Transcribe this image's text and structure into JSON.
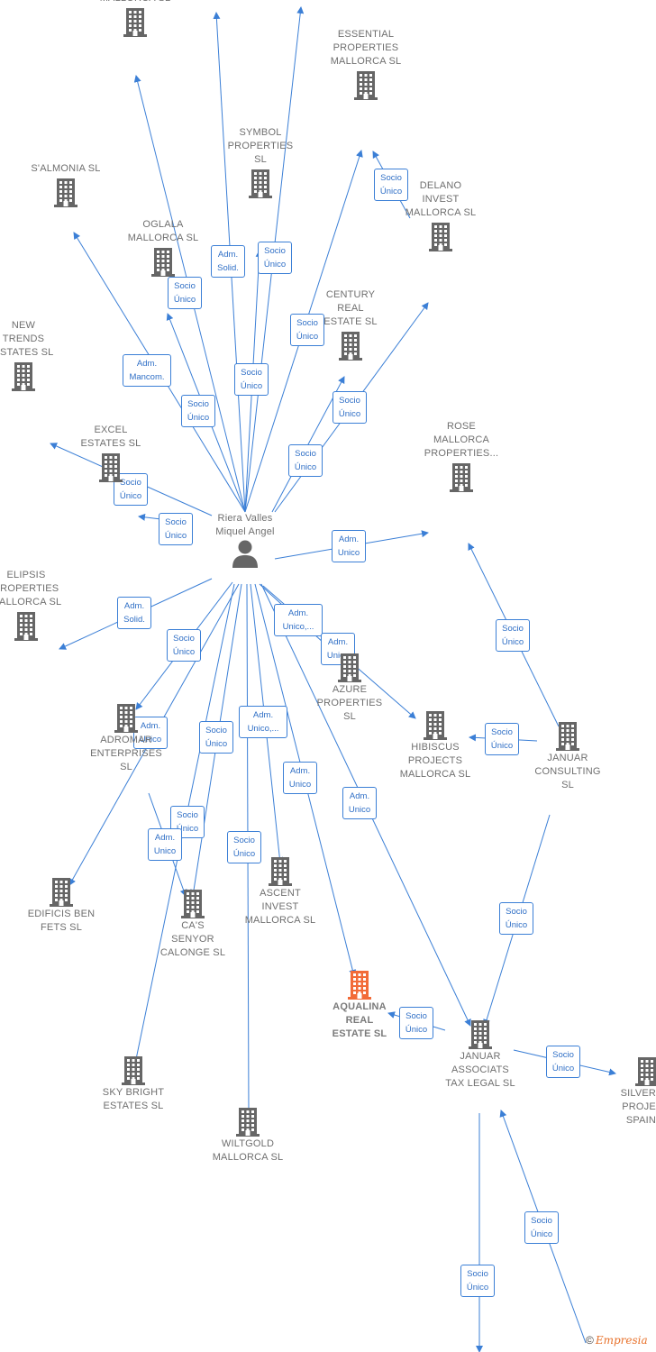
{
  "colors": {
    "edge": "#3b7fd6",
    "icon": "#666666",
    "focus": "#f26b38",
    "label": "#6f6f6f",
    "tag_text": "#2f6fc6"
  },
  "icons": {
    "company": "building-icon",
    "person": "person-icon"
  },
  "person": {
    "name": "Riera Valles\nMiquel Angel"
  },
  "companies": [
    {
      "id": "hamptonwell",
      "label": "HAMPTONWELL\nMALLORCA SL"
    },
    {
      "id": "essential",
      "label": "ESSENTIAL\nPROPERTIES\nMALLORCA SL"
    },
    {
      "id": "salmonia",
      "label": "S'ALMONIA SL"
    },
    {
      "id": "symbol",
      "label": "SYMBOL\nPROPERTIES\nSL"
    },
    {
      "id": "oglala",
      "label": "OGLALA\nMALLORCA SL"
    },
    {
      "id": "delano",
      "label": "DELANO\nINVEST\nMALLORCA SL"
    },
    {
      "id": "century",
      "label": "CENTURY\nREAL\nESTATE SL"
    },
    {
      "id": "newtrends",
      "label": "NEW\nTRENDS\nESTATES SL"
    },
    {
      "id": "excel",
      "label": "EXCEL\nESTATES SL"
    },
    {
      "id": "rose",
      "label": "ROSE\nMALLORCA\nPROPERTIES..."
    },
    {
      "id": "elipsis",
      "label": "ELIPSIS\nPROPERTIES\nMALLORCA SL"
    },
    {
      "id": "azure",
      "label": "AZURE\nPROPERTIES\nSL"
    },
    {
      "id": "adromar",
      "label": "ADROMAR\nENTERPRISES\nSL"
    },
    {
      "id": "hibiscus",
      "label": "HIBISCUS\nPROJECTS\nMALLORCA SL"
    },
    {
      "id": "januarc",
      "label": "JANUAR\nCONSULTING\nSL"
    },
    {
      "id": "edificis",
      "label": "EDIFICIS BEN\nFETS SL"
    },
    {
      "id": "casenyor",
      "label": "CA'S\nSENYOR\nCALONGE SL"
    },
    {
      "id": "ascent",
      "label": "ASCENT\nINVEST\nMALLORCA SL"
    },
    {
      "id": "aqualina",
      "label": "AQUALINA\nREAL\nESTATE SL",
      "focus": true
    },
    {
      "id": "januara",
      "label": "JANUAR\nASSOCIATS\nTAX LEGAL SL"
    },
    {
      "id": "silverline",
      "label": "SILVERLI...\nPROJEC...\nSPAIN ..."
    },
    {
      "id": "skybright",
      "label": "SKY BRIGHT\nESTATES SL"
    },
    {
      "id": "wiltgold",
      "label": "WILTGOLD\nMALLORCA SL"
    }
  ],
  "relations": [
    {
      "id": "r-hamptonwell",
      "label": "Adm.\nSolid."
    },
    {
      "id": "r-top-right",
      "label": "Socio\nÚnico"
    },
    {
      "id": "r-oglala",
      "label": "Socio\nÚnico"
    },
    {
      "id": "r-essential",
      "label": "Socio\nÚnico"
    },
    {
      "id": "r-delano-essential",
      "label": "Socio\nÚnico"
    },
    {
      "id": "r-salmonia",
      "label": "Adm.\nMancom."
    },
    {
      "id": "r-symbol",
      "label": "Socio\nÚnico"
    },
    {
      "id": "r-oglala-2",
      "label": "Socio\nÚnico"
    },
    {
      "id": "r-century",
      "label": "Socio\nÚnico"
    },
    {
      "id": "r-delano",
      "label": "Socio\nÚnico"
    },
    {
      "id": "r-newtrends",
      "label": "Socio\nÚnico"
    },
    {
      "id": "r-excel",
      "label": "Socio\nÚnico"
    },
    {
      "id": "r-rose",
      "label": "Adm.\nUnico"
    },
    {
      "id": "r-elipsis",
      "label": "Adm.\nSolid."
    },
    {
      "id": "r-adromar",
      "label": "Socio\nÚnico"
    },
    {
      "id": "r-azure",
      "label": "Adm.\nUnico,..."
    },
    {
      "id": "r-hibiscus",
      "label": "Adm.\nUnico"
    },
    {
      "id": "r-januarc-rose",
      "label": "Socio\nÚnico"
    },
    {
      "id": "r-januarc-hibiscus",
      "label": "Socio\nÚnico"
    },
    {
      "id": "r-adromar-2",
      "label": "Adm.\nUnico"
    },
    {
      "id": "r-skybright",
      "label": "Socio\nÚnico"
    },
    {
      "id": "r-ascent",
      "label": "Adm.\nUnico,..."
    },
    {
      "id": "r-aqualina",
      "label": "Adm.\nUnico"
    },
    {
      "id": "r-januara",
      "label": "Adm.\nUnico"
    },
    {
      "id": "r-casenyor",
      "label": "Socio\nÚnico"
    },
    {
      "id": "r-edificis",
      "label": "Adm.\nUnico"
    },
    {
      "id": "r-wiltgold",
      "label": "Socio\nÚnico"
    },
    {
      "id": "r-januarc-januara",
      "label": "Socio\nÚnico"
    },
    {
      "id": "r-januara-aqualina",
      "label": "Socio\nÚnico"
    },
    {
      "id": "r-silverline",
      "label": "Socio\nÚnico"
    },
    {
      "id": "r-bottom-1",
      "label": "Socio\nÚnico"
    },
    {
      "id": "r-bottom-2",
      "label": "Socio\nÚnico"
    }
  ],
  "brand": {
    "copyright": "©",
    "name": "Empresia"
  }
}
